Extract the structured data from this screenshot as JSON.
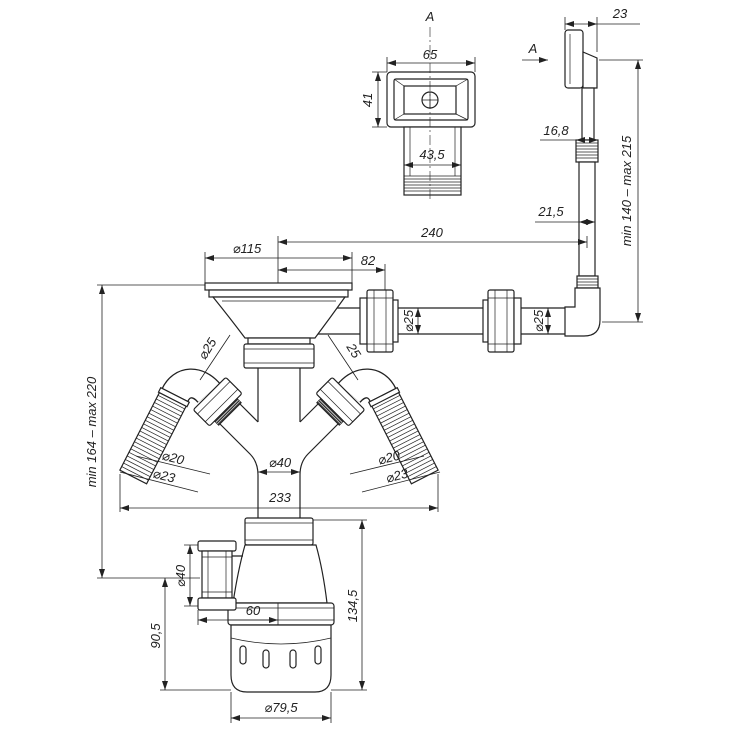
{
  "section_view": {
    "marker": "A",
    "width": "65",
    "height": "41",
    "tube_diameter": "43,5"
  },
  "overflow": {
    "view_marker": "A",
    "head_width": "23",
    "tube_diameter": "16,8",
    "connector_diameter": "21,5",
    "height_range": "min 140 – max 215",
    "offset": "240",
    "pipe_diameter_left": "⌀25",
    "pipe_diameter_right": "⌀25"
  },
  "strainer": {
    "diameter": "⌀115",
    "overflow_offset": "82"
  },
  "branch_left": {
    "nut_diameter": "⌀25",
    "hose_inner": "⌀20",
    "hose_outer": "⌀23"
  },
  "branch_right": {
    "nut_diameter": "25",
    "hose_inner": "⌀20",
    "hose_outer": "⌀23"
  },
  "main_tube": {
    "diameter": "⌀40",
    "branch_span": "233",
    "height_range": "min 164 – max 220"
  },
  "bottle_trap": {
    "outlet_diameter": "⌀40",
    "outlet_offset": "60",
    "height": "134,5",
    "outlet_height": "90,5",
    "diameter": "⌀79,5"
  }
}
